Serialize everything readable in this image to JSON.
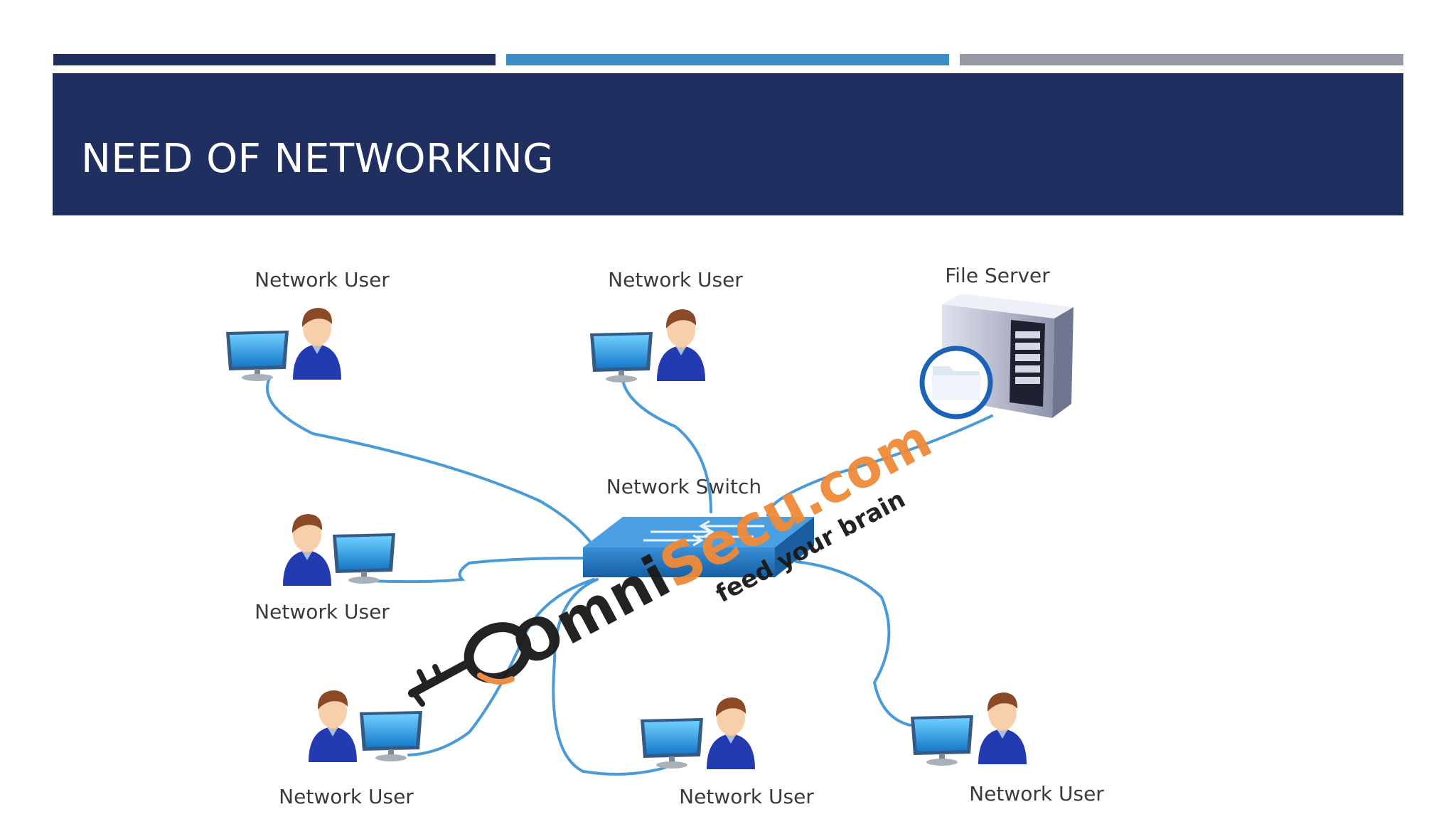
{
  "slide": {
    "title": "NEED OF NETWORKING",
    "colors": {
      "dark_navy": "#1f3060",
      "accent_blue": "#3d8cc4",
      "accent_gray": "#969aa3"
    }
  },
  "diagram": {
    "switch_label": "Network Switch",
    "server_label": "File Server",
    "users": [
      {
        "label": "Network User"
      },
      {
        "label": "Network User"
      },
      {
        "label": "Network User"
      },
      {
        "label": "Network User"
      },
      {
        "label": "Network User"
      },
      {
        "label": "Network User"
      }
    ],
    "watermark": {
      "brand_omni": "Omni",
      "brand_secu": "Secu",
      "brand_com": ".com",
      "tagline": "feed your brain"
    }
  }
}
